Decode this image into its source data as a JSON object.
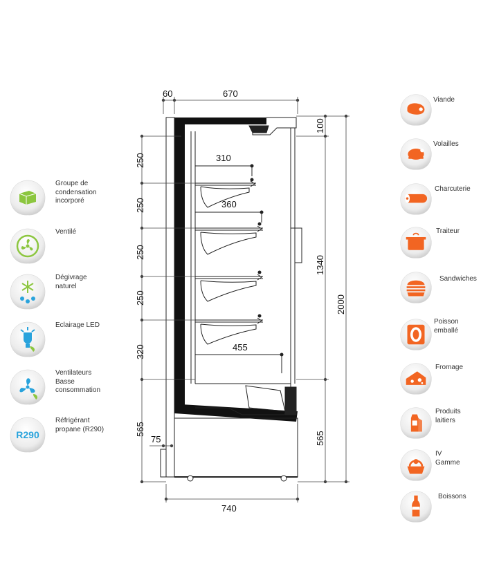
{
  "dimensions": {
    "top_left": "60",
    "top_width": "670",
    "shelf1": "310",
    "shelf2": "360",
    "shelf3": "455",
    "bottom_width": "740",
    "left_250_a": "250",
    "left_250_b": "250",
    "left_250_c": "250",
    "left_250_d": "250",
    "left_320": "320",
    "left_565": "565",
    "left_75": "75",
    "right_100": "100",
    "right_1340": "1340",
    "right_2000": "2000",
    "right_565": "565"
  },
  "features": [
    {
      "label": "Groupe de\ncondensation\nincorporé",
      "icon": "condensing-unit-icon"
    },
    {
      "label": "Ventilé",
      "icon": "fan-icon"
    },
    {
      "label": "Dégivrage\nnaturel",
      "icon": "defrost-icon"
    },
    {
      "label": "Eclairage LED",
      "icon": "led-bulb-icon"
    },
    {
      "label": "Ventilateurs\nBasse\nconsommation",
      "icon": "low-energy-fan-icon"
    },
    {
      "label": "Réfrigérant\npropane (R290)",
      "icon": "r290-icon",
      "badge_text": "R290"
    }
  ],
  "categories": [
    {
      "label": "Viande",
      "icon": "meat-icon"
    },
    {
      "label": "Volailles",
      "icon": "poultry-icon"
    },
    {
      "label": "Charcuterie",
      "icon": "sausage-icon"
    },
    {
      "label": "Traiteur",
      "icon": "pot-icon"
    },
    {
      "label": "Sandwiches",
      "icon": "sandwich-icon"
    },
    {
      "label": "Poisson\nemballé",
      "icon": "packaged-fish-icon"
    },
    {
      "label": "Fromage",
      "icon": "cheese-icon"
    },
    {
      "label": "Produits\nlaitiers",
      "icon": "dairy-icon"
    },
    {
      "label": "IV Gamme",
      "icon": "salad-icon"
    },
    {
      "label": "Boissons",
      "icon": "bottle-icon"
    }
  ],
  "colors": {
    "feature_green": "#8cc63f",
    "feature_blue": "#29a3dc",
    "category_orange": "#f26522",
    "badge_grey": "#e6e6e6"
  }
}
